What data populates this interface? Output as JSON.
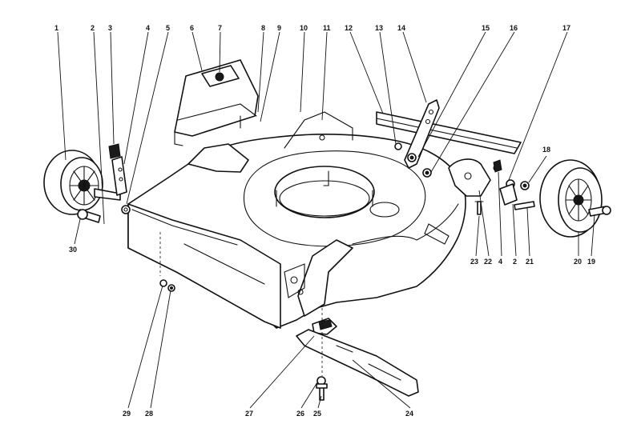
{
  "callouts": {
    "c1": "1",
    "c2": "2",
    "c3": "3",
    "c4": "4",
    "c5": "5",
    "c6": "6",
    "c7": "7",
    "c8": "8",
    "c9": "9",
    "c10": "10",
    "c11": "11",
    "c12": "12",
    "c13": "13",
    "c14": "14",
    "c15": "15",
    "c16": "16",
    "c17": "17",
    "c18": "18",
    "c19": "19",
    "c20": "20",
    "c21": "21",
    "c22": "22",
    "c23": "23",
    "c4b": "4",
    "c2b": "2",
    "c24": "24",
    "c25": "25",
    "c26": "26",
    "c27": "27",
    "c28": "28",
    "c29": "29",
    "c30": "30"
  }
}
